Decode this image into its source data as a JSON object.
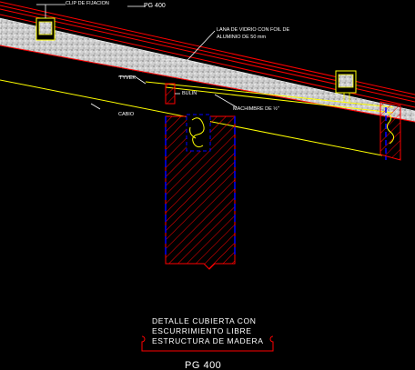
{
  "labels": {
    "clip": "CLIP DE FIJACION",
    "pg_top": "PG 400",
    "lana_line1": "LANA DE VIDRIO CON FOIL DE",
    "lana_line2": "ALUMINIO DE 50 mm",
    "tyvek": "TYVEK",
    "bulin": "BULIN",
    "machimbre": "MACHIMBRE DE ½\"",
    "cabio": "CABIO"
  },
  "title_block": {
    "line1": "DETALLE CUBIERTA CON",
    "line2": "ESCURRIMIENTO LIBRE",
    "line3": "ESTRUCTURA DE MADERA",
    "footer": "PG 400"
  },
  "colors": {
    "background": "#000000",
    "red": "#ff0000",
    "yellow": "#ffff00",
    "blue": "#0000ff",
    "white": "#ffffff",
    "insulation": "#d8d8d8"
  }
}
